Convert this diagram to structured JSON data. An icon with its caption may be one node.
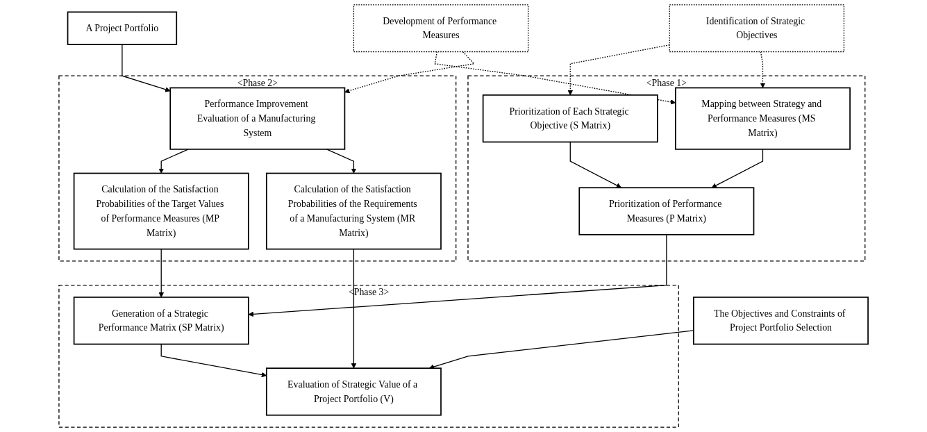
{
  "diagram": {
    "nodes": [
      {
        "text": [
          "Identification of Strategic Objectives"
        ]
      },
      {
        "text": [
          "Development of Performance Measures"
        ]
      },
      {
        "text": [
          "A Project Portfolio"
        ]
      },
      {
        "text": [
          "<Phase 1>"
        ]
      },
      {
        "text": [
          "Prioritization of Each Strategic Objective (S Matrix)"
        ],
        "in": 3
      },
      {
        "text": [
          "Mapping between Strategy and Performance Measures (MS Matrix)"
        ],
        "in": 3
      },
      {
        "text": [
          "Prioritization of Performance Measures (P Matrix)"
        ],
        "in": 3
      },
      {
        "text": [
          "<Phase 2>"
        ]
      },
      {
        "text": [
          "Performance Improvement Evaluation of a Manufacturing System"
        ],
        "in": 7
      },
      {
        "text": [
          "Calculation of the Satisfaction Probabilities of the Target Values of Performance Measures (MP Matrix)"
        ],
        "in": 7
      },
      {
        "text": [
          "Calculation of the Satisfaction Probabilities of the Requirements of a Manufacturing System (MR Matrix)"
        ],
        "in": 7
      },
      {
        "text": [
          "<Phase 3>"
        ]
      },
      {
        "text": [
          "Generation of a Strategic Performance Matrix (SP Matrix)"
        ],
        "in": 11
      },
      {
        "text": [
          "Evaluation of Strategic Value of a Project Portfolio (V)"
        ],
        "in": 11
      },
      {
        "text": [
          "The Objectives and Constraints of Project Portfolio Selection"
        ]
      }
    ],
    "edges": [
      {
        "from": 0,
        "to": 4,
        "arrow": "to",
        "style": "dashed"
      },
      {
        "from": 0,
        "to": 5,
        "arrow": "to",
        "style": "dashed"
      },
      {
        "from": 1,
        "to": 5,
        "arrow": "to",
        "style": "dashed"
      },
      {
        "from": 1,
        "to": 8,
        "arrow": "to",
        "style": "dashed"
      },
      {
        "from": 2,
        "to": 8,
        "arrow": "to"
      },
      {
        "from": 4,
        "to": 6,
        "arrow": "to"
      },
      {
        "from": 5,
        "to": 6,
        "arrow": "to"
      },
      {
        "from": 8,
        "to": 9,
        "arrow": "to"
      },
      {
        "from": 8,
        "to": 10,
        "arrow": "to"
      },
      {
        "from": 6,
        "to": 12,
        "arrow": "to"
      },
      {
        "from": 9,
        "to": 12,
        "arrow": "to"
      },
      {
        "from": 10,
        "to": 13,
        "arrow": "to"
      },
      {
        "from": 12,
        "to": 13,
        "arrow": "to"
      },
      {
        "from": 14,
        "to": 13,
        "arrow": "to"
      }
    ]
  }
}
